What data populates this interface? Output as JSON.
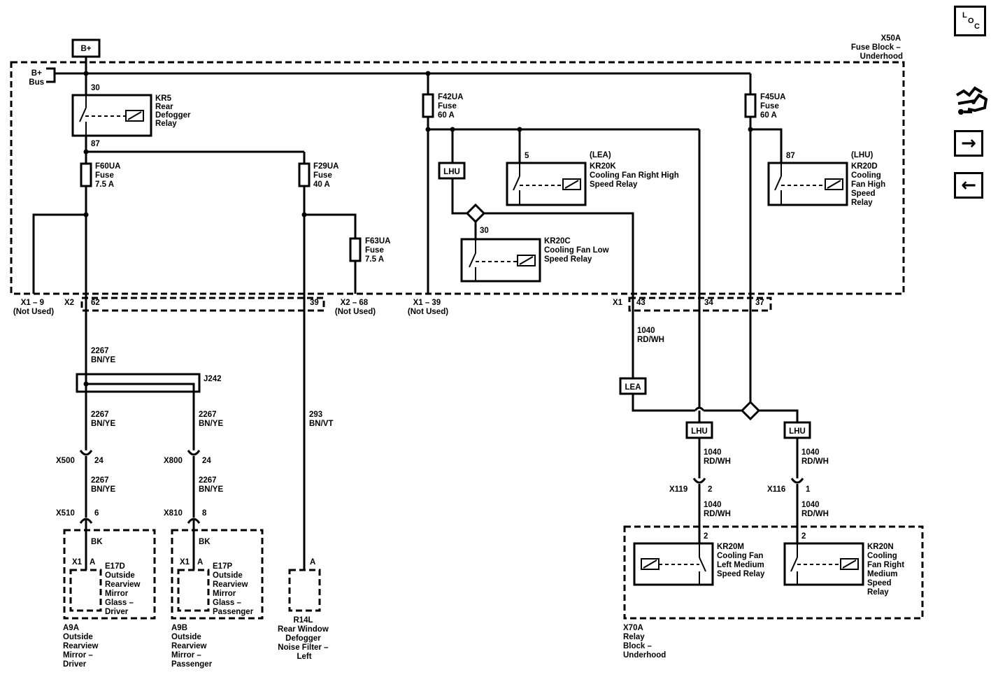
{
  "nav": {
    "loc": [
      "L",
      "O",
      "C"
    ],
    "next_symbol": "→",
    "prev_symbol": "←",
    "harness_icon": "harness-connector-icon"
  },
  "diagram": {
    "power": "B+",
    "bus": [
      "B+",
      "Bus"
    ],
    "fuse_block": [
      "X50A",
      "Fuse Block –",
      "Underhood"
    ],
    "relay_block": [
      "X70A",
      "Relay",
      "Block –",
      "Underhood"
    ],
    "kr5": {
      "pin_in": "30",
      "pin_out": "87",
      "label": [
        "KR5",
        "Rear",
        "Defogger",
        "Relay"
      ]
    },
    "f60ua": [
      "F60UA",
      "Fuse",
      "7.5 A"
    ],
    "f29ua": [
      "F29UA",
      "Fuse",
      "40 A"
    ],
    "f63ua": [
      "F63UA",
      "Fuse",
      "7.5 A"
    ],
    "f42ua": [
      "F42UA",
      "Fuse",
      "60 A"
    ],
    "f45ua": [
      "F45UA",
      "Fuse",
      "60 A"
    ],
    "lhu": "LHU",
    "lea": "LEA",
    "kr20k": {
      "pin": "5",
      "label": [
        "(LEA)",
        "KR20K",
        "Cooling Fan Right High",
        "Speed Relay"
      ]
    },
    "kr20c": {
      "pin": "30",
      "label": [
        "KR20C",
        "Cooling Fan Low",
        "Speed Relay"
      ]
    },
    "kr20d": {
      "pin": "87",
      "label": [
        "(LHU)",
        "KR20D",
        "Cooling",
        "Fan High",
        "Speed",
        "Relay"
      ]
    },
    "kr20m": {
      "pin": "2",
      "label": [
        "KR20M",
        "Cooling Fan",
        "Left Medium",
        "Speed Relay"
      ]
    },
    "kr20n": {
      "pin": "2",
      "label": [
        "KR20N",
        "Cooling",
        "Fan Right",
        "Medium",
        "Speed",
        "Relay"
      ]
    },
    "conn_x1_9": [
      "X1 – 9",
      "(Not Used)"
    ],
    "conn_x2": "X2",
    "pin_62": "62",
    "pin_39": "39",
    "conn_x2_68": [
      "X2 – 68",
      "(Not Used)"
    ],
    "conn_x1_39": [
      "X1 – 39",
      "(Not Used)"
    ],
    "conn_x1": "X1",
    "pin_43": "43",
    "pin_34": "34",
    "pin_37": "37",
    "wire_2267": [
      "2267",
      "BN/YE"
    ],
    "splice": "J242",
    "wire_293": [
      "293",
      "BN/VT"
    ],
    "wire_1040": [
      "1040",
      "RD/WH"
    ],
    "x500": "X500",
    "x510": "X510",
    "x800": "X800",
    "x810": "X810",
    "pin_24": "24",
    "pin_6": "6",
    "pin_8": "8",
    "x119": "X119",
    "x116": "X116",
    "pin_2": "2",
    "pin_1": "1",
    "bk": "BK",
    "x1": "X1",
    "pin_a": "A",
    "e17d": [
      "E17D",
      "Outside",
      "Rearview",
      "Mirror",
      "Glass –",
      "Driver"
    ],
    "e17p": [
      "E17P",
      "Outside",
      "Rearview",
      "Mirror",
      "Glass –",
      "Passenger"
    ],
    "a9a": [
      "A9A",
      "Outside",
      "Rearview",
      "Mirror –",
      "Driver"
    ],
    "a9b": [
      "A9B",
      "Outside",
      "Rearview",
      "Mirror –",
      "Passenger"
    ],
    "r14l": [
      "R14L",
      "Rear Window",
      "Defogger",
      "Noise Filter –",
      "Left"
    ]
  }
}
